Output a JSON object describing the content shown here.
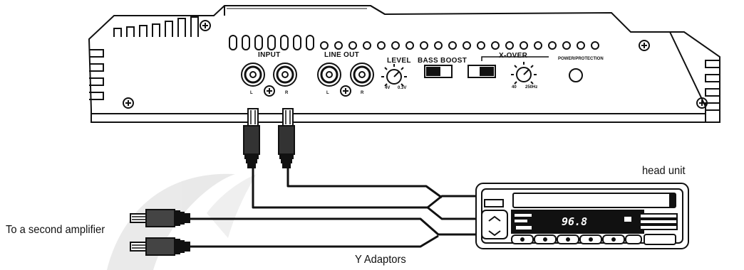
{
  "amplifier": {
    "input_label": "INPUT",
    "line_out_label": "LINE OUT",
    "level_label": "LEVEL",
    "bass_boost_label": "BASS BOOST",
    "x_over_label": "X-OVER",
    "power_label": "POWER/PROTECTION",
    "input_left": "L",
    "input_right": "R",
    "lineout_left": "L",
    "lineout_right": "R",
    "level_min": "4V",
    "level_max": "0.3V",
    "xover_min": "40",
    "xover_max": "250Hz"
  },
  "head_unit": {
    "label": "head unit",
    "display_text": "96.8"
  },
  "labels": {
    "second_amp": "To a second amplifier",
    "y_adaptors": "Y Adaptors"
  }
}
